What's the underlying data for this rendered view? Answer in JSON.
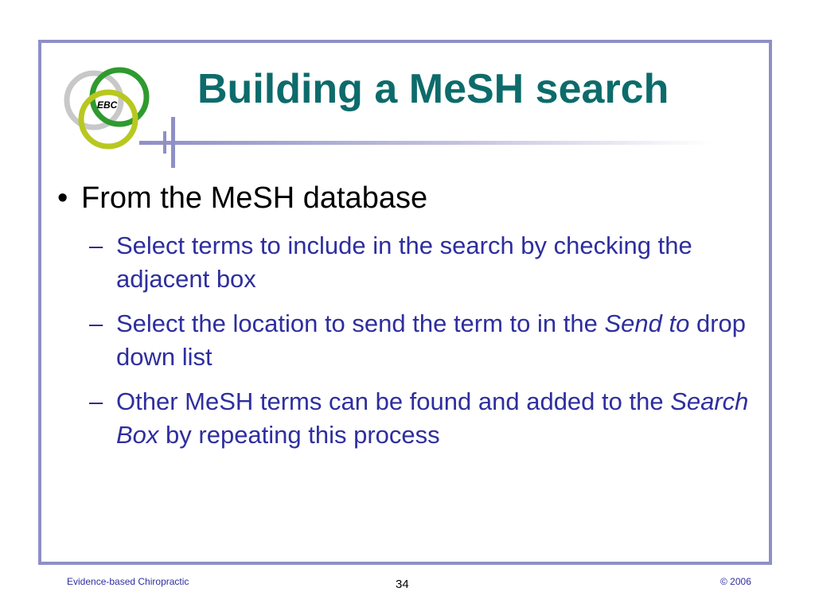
{
  "slide": {
    "title": "Building a MeSH search",
    "logo_text": "EBC",
    "bullet": "From the MeSH database",
    "bullet_marker": "•",
    "sub_marker": "–",
    "sub_items": [
      {
        "before": "Select terms to include in the search by checking the adjacent box",
        "emph": "",
        "after": ""
      },
      {
        "before": "Select the location to send the term to in the ",
        "emph": "Send to",
        "after": " drop down list"
      },
      {
        "before": "Other MeSH terms can be found and added to the ",
        "emph": "Search Box",
        "after": " by repeating this process"
      }
    ]
  },
  "footer": {
    "left": "Evidence-based Chiropractic",
    "page_number": "34",
    "right": "© 2006"
  },
  "colors": {
    "frame": "#8f8fc6",
    "title": "#0d6b6b",
    "sub_text": "#2e2e9f",
    "logo_gray": "#c8c8c8",
    "logo_green": "#2f9a2f",
    "logo_yellow": "#b8c820"
  }
}
